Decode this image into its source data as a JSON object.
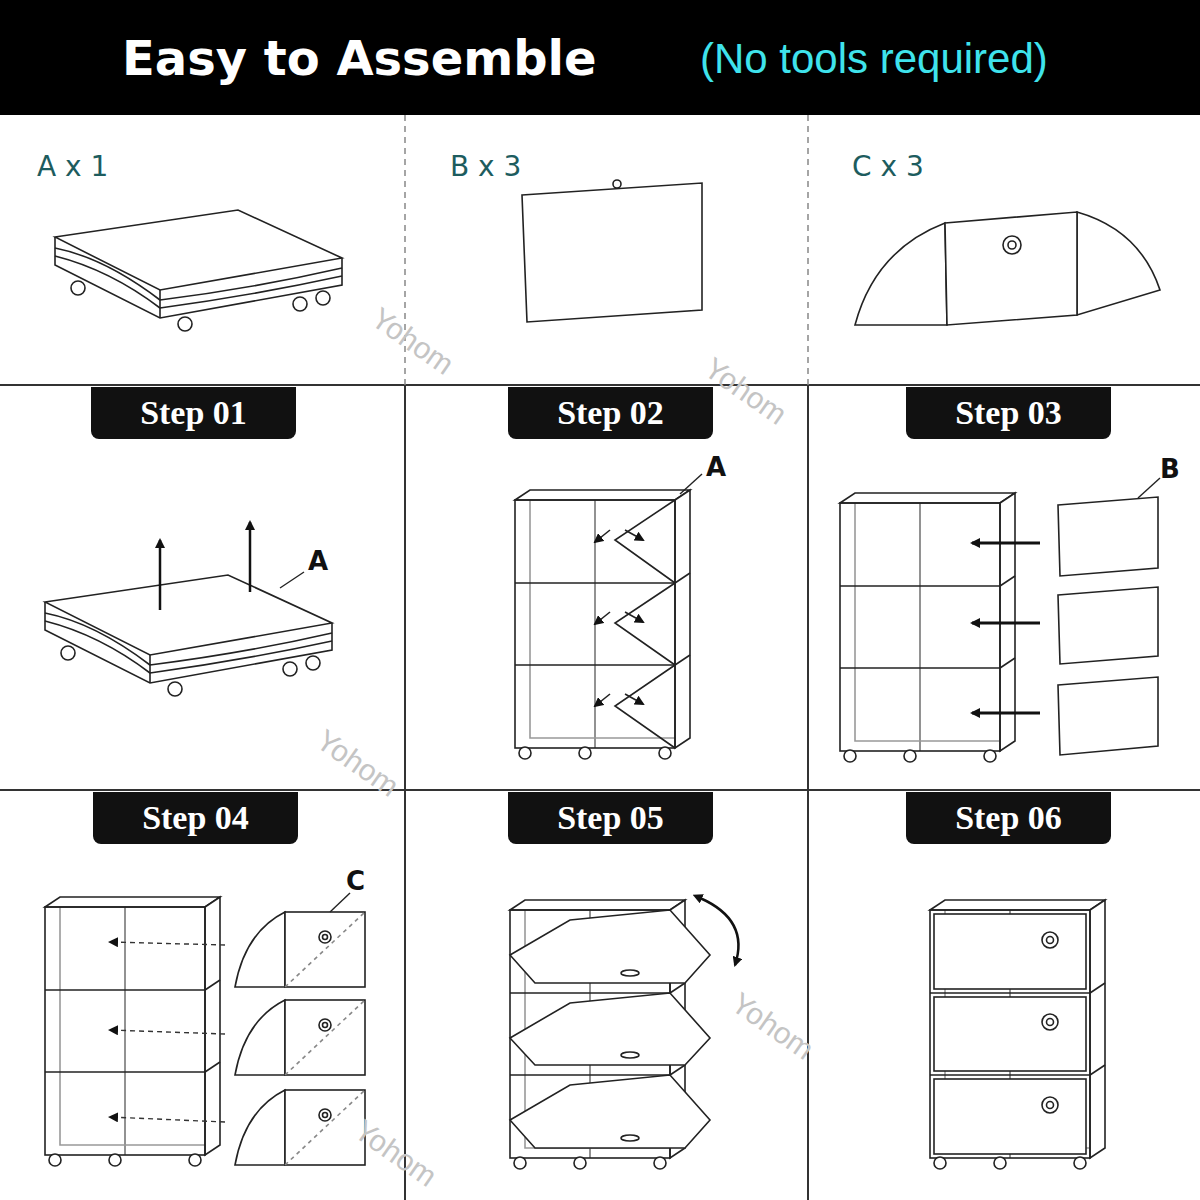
{
  "diagram": {
    "title": "Easy to Assemble",
    "nodes": [
      {
        "text": [
          "Step 01"
        ]
      },
      {
        "text": [
          "Step 02"
        ]
      },
      {
        "text": [
          "Step 03"
        ]
      },
      {
        "text": [
          "Step 04"
        ]
      },
      {
        "text": [
          "Step 05"
        ]
      },
      {
        "text": [
          "Step 06"
        ]
      }
    ],
    "labels": [
      "(No tools required)",
      "A x 1",
      "B x 3",
      "C x 3",
      "A",
      "A",
      "B",
      "C",
      "Yohom",
      "Yohom",
      "Yohom",
      "Yohom",
      "Yohom"
    ]
  }
}
